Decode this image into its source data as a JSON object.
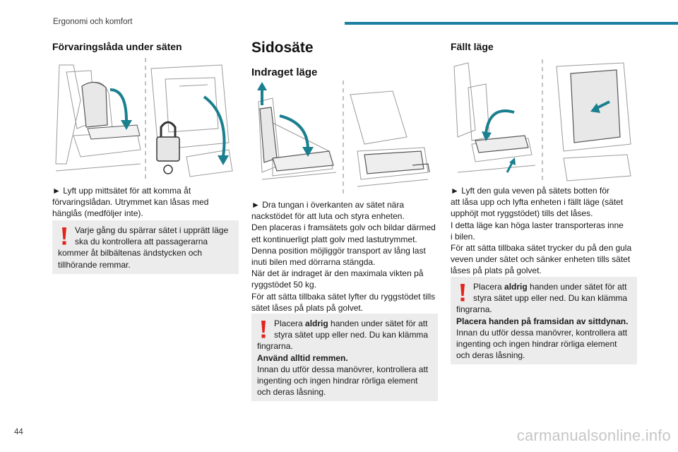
{
  "header": {
    "section": "Ergonomi och komfort"
  },
  "page_number": "44",
  "watermark": "carmanualsonline.info",
  "colors": {
    "accent": "#1a7fa0",
    "warning_icon": "#e2231a",
    "warning_bg": "#ececec"
  },
  "col1": {
    "heading": "Förvaringslåda under säten",
    "instruction_lines": [
      "► Lyft upp mittsätet för att komma åt",
      "förvaringslådan. Utrymmet kan låsas med",
      "hänglås (medföljer inte)."
    ],
    "warning_lines": [
      "Varje gång du spärrar sätet i upprätt läge",
      "ska du kontrollera att passagerarna",
      "kommer åt bilbältenas ändstycken och",
      "tillhörande remmar."
    ]
  },
  "col2": {
    "heading": "Sidosäte",
    "subheading": "Indraget läge",
    "body_lines": [
      "► Dra tungan i överkanten av sätet nära",
      "nackstödet för att luta och styra enheten.",
      "Den placeras i framsätets golv och bildar därmed",
      "ett kontinuerligt platt golv med lastutrymmet.",
      "Denna position möjliggör transport av lång last",
      "inuti bilen med dörrarna stängda.",
      "När det är indraget är den maximala vikten på",
      "ryggstödet 50 kg.",
      "För att sätta tillbaka sätet lyfter du ryggstödet tills",
      "sätet låses på plats på golvet."
    ],
    "warning": {
      "line1_pre": "Placera ",
      "line1_bold": "aldrig",
      "line1_post": " handen under sätet för att",
      "line2": "styra sätet upp eller ned. Du kan klämma",
      "line3": "fingrarna.",
      "line4_bold": "Använd alltid remmen.",
      "line5": "Innan du utför dessa manövrer, kontrollera att",
      "line6": "ingenting och ingen hindrar rörliga element",
      "line7": "och deras låsning."
    }
  },
  "col3": {
    "heading": "Fällt läge",
    "body_lines": [
      "► Lyft den gula veven på sätets botten för",
      "att låsa upp och lyfta enheten i fällt läge (sätet",
      "upphöjt mot ryggstödet) tills det låses.",
      "I detta läge kan höga laster transporteras inne",
      "i bilen.",
      "För att sätta tillbaka sätet trycker du på den gula",
      "veven under sätet och sänker enheten tills sätet",
      "låses på plats på golvet."
    ],
    "warning": {
      "line1_pre": "Placera ",
      "line1_bold": "aldrig",
      "line1_post": " handen under sätet för att",
      "line2": "styra sätet upp eller ned. Du kan klämma",
      "line3": "fingrarna.",
      "line4_bold": "Placera handen på framsidan av sittdynan.",
      "line5": "Innan du utför dessa manövrer, kontrollera att",
      "line6": "ingenting och ingen hindrar rörliga element",
      "line7": "och deras låsning."
    }
  }
}
